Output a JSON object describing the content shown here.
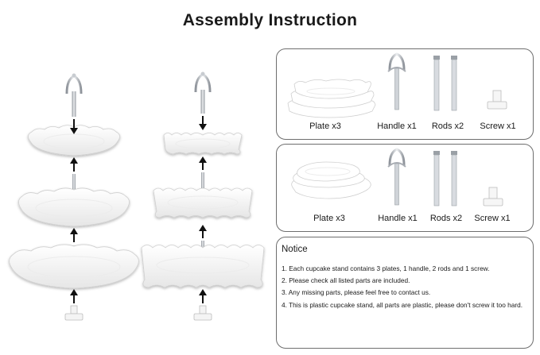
{
  "title": "Assembly Instruction",
  "kit_1": {
    "parts": [
      {
        "label": "Plate x3",
        "icon": "square-plates-icon"
      },
      {
        "label": "Handle x1",
        "icon": "handle-icon"
      },
      {
        "label": "Rods x2",
        "icon": "rods-icon"
      },
      {
        "label": "Screw x1",
        "icon": "screw-icon"
      }
    ]
  },
  "kit_2": {
    "parts": [
      {
        "label": "Plate x3",
        "icon": "round-plates-icon"
      },
      {
        "label": "Handle x1",
        "icon": "handle-icon"
      },
      {
        "label": "Rods x2",
        "icon": "rods-icon"
      },
      {
        "label": "Screw x1",
        "icon": "screw-icon"
      }
    ]
  },
  "notice": {
    "heading": "Notice",
    "items": [
      "1. Each cupcake stand contains 3 plates, 1 handle, 2 rods and 1 screw.",
      "2. Please check all listed parts are included.",
      "3. Any missing parts, please feel free to contact us.",
      "4. This is plastic cupcake stand, all parts are plastic, please don't screw it too hard."
    ]
  },
  "colors": {
    "border": "#6e6e6e",
    "plate": "#ffffff",
    "plate_shade": "#d9d9d9",
    "metal": "#b8bcc2",
    "arrow": "#111111"
  }
}
